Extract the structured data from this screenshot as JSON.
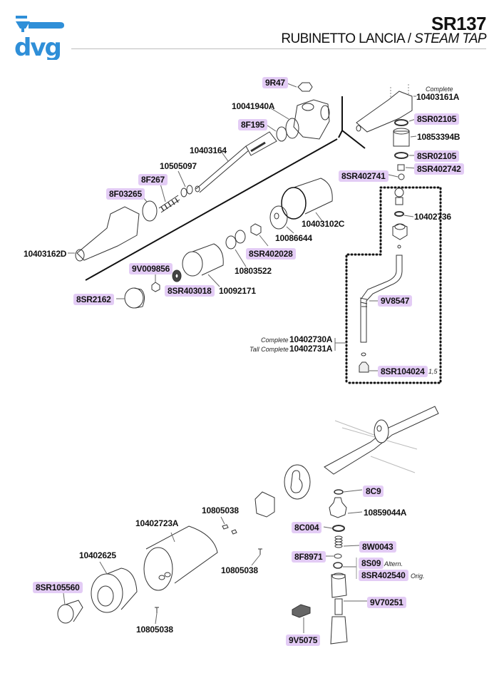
{
  "header": {
    "brand": "dvg",
    "code": "SR137",
    "title_it": "RUBINETTO LANCIA",
    "separator": "/",
    "title_en": "STEAM TAP"
  },
  "colors": {
    "brand_blue": "#2f8fd8",
    "highlight": "#e3ccf5"
  },
  "parts": {
    "p9R47": "9R47",
    "p10041940A": "10041940A",
    "p8F195": "8F195",
    "p10403164": "10403164",
    "p10505097": "10505097",
    "p8F267": "8F267",
    "p8F03265": "8F03265",
    "p10403162D": "10403162D",
    "p10403102C": "10403102C",
    "p10086644": "10086644",
    "p8SR402028": "8SR402028",
    "p10803522": "10803522",
    "p9V009856": "9V009856",
    "p8SR403018": "8SR403018",
    "p10092171": "10092171",
    "p8SR2162": "8SR2162",
    "p10403161A": "10403161A",
    "p10403161A_note": "Complete",
    "p8SR02105_a": "8SR02105",
    "p10853394B": "10853394B",
    "p8SR02105_b": "8SR02105",
    "p8SR402742": "8SR402742",
    "p8SR402741": "8SR402741",
    "p10402736": "10402736",
    "p9V8547": "9V8547",
    "p10402730A_note": "Complete",
    "p10402730A": "10402730A",
    "p10402731A_note": "Tall Complete",
    "p10402731A": "10402731A",
    "p8SR104024": "8SR104024",
    "p8SR104024_note": "1,5",
    "p8C9": "8C9",
    "p10859044A": "10859044A",
    "p8C004": "8C004",
    "p8W0043": "8W0043",
    "p8F8971": "8F8971",
    "p8S09": "8S09",
    "p8S09_note": "Altern.",
    "p8SR402540": "8SR402540",
    "p8SR402540_note": "Orig.",
    "p9V70251": "9V70251",
    "p9V5075": "9V5075",
    "p10805038_a": "10805038",
    "p10805038_b": "10805038",
    "p10805038_c": "10805038",
    "p10402723A": "10402723A",
    "p10402625": "10402625",
    "p8SR105560": "8SR105560"
  }
}
